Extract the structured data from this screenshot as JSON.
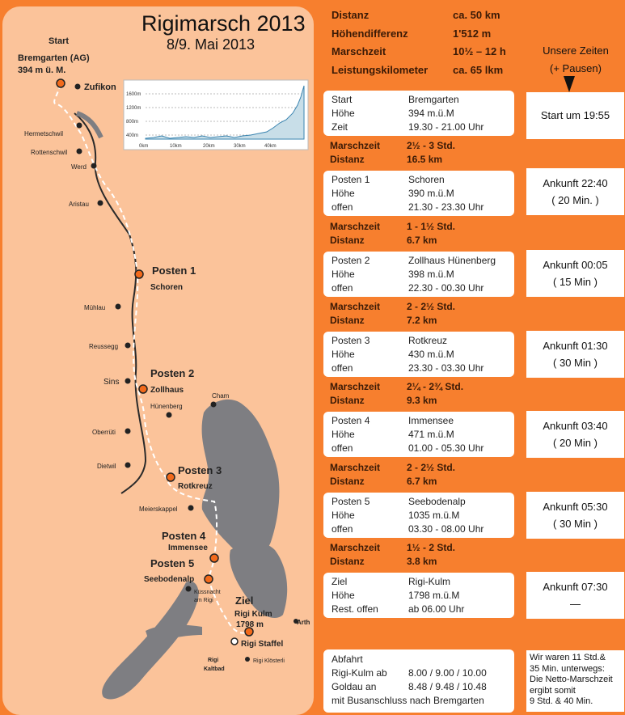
{
  "map": {
    "title": "Rigimarsch 2013",
    "subtitle": "8/9. Mai 2013",
    "labels": {
      "start": "Start",
      "start_place": "Bremgarten (AG)",
      "start_alt": "394 m ü. M.",
      "zufikon": "Zufikon",
      "hermetschwil": "Hermetschwil",
      "rottenschwil": "Rottenschwil",
      "werd": "Werd",
      "aristau": "Aristau",
      "posten1": "Posten 1",
      "schoren": "Schoren",
      "muehlau": "Mühlau",
      "reussegg": "Reussegg",
      "sins": "Sins",
      "posten2": "Posten 2",
      "zollhaus": "Zollhaus",
      "huenenberg": "Hünenberg",
      "cham": "Cham",
      "oberrueti": "Oberrüti",
      "dietwil": "Dietwil",
      "posten3": "Posten 3",
      "rotkreuz": "Rotkreuz",
      "meierskappel": "Meierskappel",
      "posten4": "Posten 4",
      "immensee": "Immensee",
      "posten5": "Posten 5",
      "seebodenalp": "Seebodenalp",
      "kuessnacht1": "Küssnacht",
      "kuessnacht2": "am Rigi",
      "ziel": "Ziel",
      "rigikulm": "Rigi Kulm",
      "rigikulm_alt": "1798 m",
      "arth": "Arth",
      "rigistaffel": "Rigi Staffel",
      "rigikaltbad1": "Rigi",
      "rigikaltbad2": "Kaltbad",
      "rigiklosterli": "Rigi Klösterli"
    },
    "profile": {
      "y_ticks": [
        "1600m",
        "1200m",
        "800m",
        "400m"
      ],
      "x_ticks": [
        "0km",
        "10km",
        "20km",
        "30km",
        "40km"
      ]
    }
  },
  "summary": {
    "rows": [
      {
        "k": "Distanz",
        "v": "ca. 50 km"
      },
      {
        "k": "Höhendifferenz",
        "v": "1'512 m"
      },
      {
        "k": "Marschzeit",
        "v": "10½ – 12 h"
      },
      {
        "k": "Leistungskilometer",
        "v": "ca. 65 lkm"
      }
    ]
  },
  "zeiten_header": {
    "line1": "Unsere Zeiten",
    "line2": "(+ Pausen)"
  },
  "cards": [
    {
      "rows": [
        [
          "Start",
          "Bremgarten"
        ],
        [
          "Höhe",
          "394 m.ü.M"
        ],
        [
          "Zeit",
          "19.30 - 21.00 Uhr"
        ]
      ]
    },
    {
      "rows": [
        [
          "Posten 1",
          "Schoren"
        ],
        [
          "Höhe",
          "390 m.ü.M"
        ],
        [
          "offen",
          "21.30 - 23.30 Uhr"
        ]
      ]
    },
    {
      "rows": [
        [
          "Posten 2",
          "Zollhaus Hünenberg"
        ],
        [
          "Höhe",
          "398 m.ü.M"
        ],
        [
          "offen",
          "22.30 - 00.30 Uhr"
        ]
      ]
    },
    {
      "rows": [
        [
          "Posten 3",
          "Rotkreuz"
        ],
        [
          "Höhe",
          "430 m.ü.M"
        ],
        [
          "offen",
          "23.30 - 03.30 Uhr"
        ]
      ]
    },
    {
      "rows": [
        [
          "Posten 4",
          "Immensee"
        ],
        [
          "Höhe",
          "471 m.ü.M"
        ],
        [
          "offen",
          "01.00 - 05.30 Uhr"
        ]
      ]
    },
    {
      "rows": [
        [
          "Posten 5",
          "Seebodenalp"
        ],
        [
          "Höhe",
          "1035 m.ü.M"
        ],
        [
          "offen",
          "03.30 - 08.00 Uhr"
        ]
      ]
    },
    {
      "rows": [
        [
          "Ziel",
          "Rigi-Kulm"
        ],
        [
          "Höhe",
          "1798 m.ü.M"
        ],
        [
          "Rest. offen",
          "ab 06.00 Uhr"
        ]
      ]
    }
  ],
  "segments": [
    {
      "rows": [
        [
          "Marschzeit",
          "2½ - 3 Std."
        ],
        [
          "Distanz",
          "16.5 km"
        ]
      ]
    },
    {
      "rows": [
        [
          "Marschzeit",
          "1 - 1½ Std."
        ],
        [
          "Distanz",
          "6.7 km"
        ]
      ]
    },
    {
      "rows": [
        [
          "Marschzeit",
          "2 - 2½ Std."
        ],
        [
          "Distanz",
          "7.2 km"
        ]
      ]
    },
    {
      "rows": [
        [
          "Marschzeit",
          "2¼ - 2¾ Std."
        ],
        [
          "Distanz",
          "9.3 km"
        ]
      ]
    },
    {
      "rows": [
        [
          "Marschzeit",
          "2 - 2½ Std."
        ],
        [
          "Distanz",
          "6.7 km"
        ]
      ]
    },
    {
      "rows": [
        [
          "Marschzeit",
          "1½ - 2 Std."
        ],
        [
          "Distanz",
          "3.8 km"
        ]
      ]
    }
  ],
  "times": [
    {
      "l1": "Start um 19:55",
      "l2": ""
    },
    {
      "l1": "Ankunft 22:40",
      "l2": "( 20 Min. )"
    },
    {
      "l1": "Ankunft 00:05",
      "l2": "( 15 Min )"
    },
    {
      "l1": "Ankunft 01:30",
      "l2": "( 30 Min )"
    },
    {
      "l1": "Ankunft 03:40",
      "l2": "( 20 Min )"
    },
    {
      "l1": "Ankunft 05:30",
      "l2": "( 30 Min )"
    },
    {
      "l1": "Ankunft 07:30",
      "l2": "—"
    }
  ],
  "abfahrt": {
    "title": "Abfahrt",
    "rows": [
      [
        "Rigi-Kulm ab",
        "8.00 / 9.00 / 10.00"
      ],
      [
        "Goldau an",
        "8.48 / 9.48 / 10.48"
      ]
    ],
    "footer": "mit Busanschluss nach Bremgarten"
  },
  "note": {
    "lines": [
      "Wir waren 11 Std.&",
      "35 Min. unterwegs:",
      "Die Netto-Marschzeit",
      "ergibt somit",
      "9 Std. & 40 Min."
    ]
  }
}
